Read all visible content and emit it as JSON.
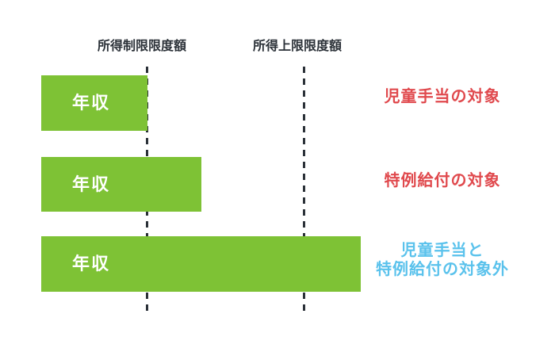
{
  "diagram": {
    "thresholds": [
      {
        "label": "所得制限限度額"
      },
      {
        "label": "所得上限限度額"
      }
    ],
    "bars": [
      {
        "label": "年収",
        "status_lines": [
          "児童手当の対象"
        ],
        "status_color": "#e0494d"
      },
      {
        "label": "年収",
        "status_lines": [
          "特例給付の対象"
        ],
        "status_color": "#e0494d"
      },
      {
        "label": "年収",
        "status_lines": [
          "児童手当と",
          "特例給付の対象外"
        ],
        "status_color": "#5ac2ec"
      }
    ],
    "colors": {
      "bar_fill": "#7ec235",
      "bar_text": "#ffffff",
      "threshold_line": "#2b3138",
      "threshold_text": "#2b3138",
      "status_eligible": "#e0494d",
      "status_not_eligible": "#5ac2ec"
    }
  }
}
